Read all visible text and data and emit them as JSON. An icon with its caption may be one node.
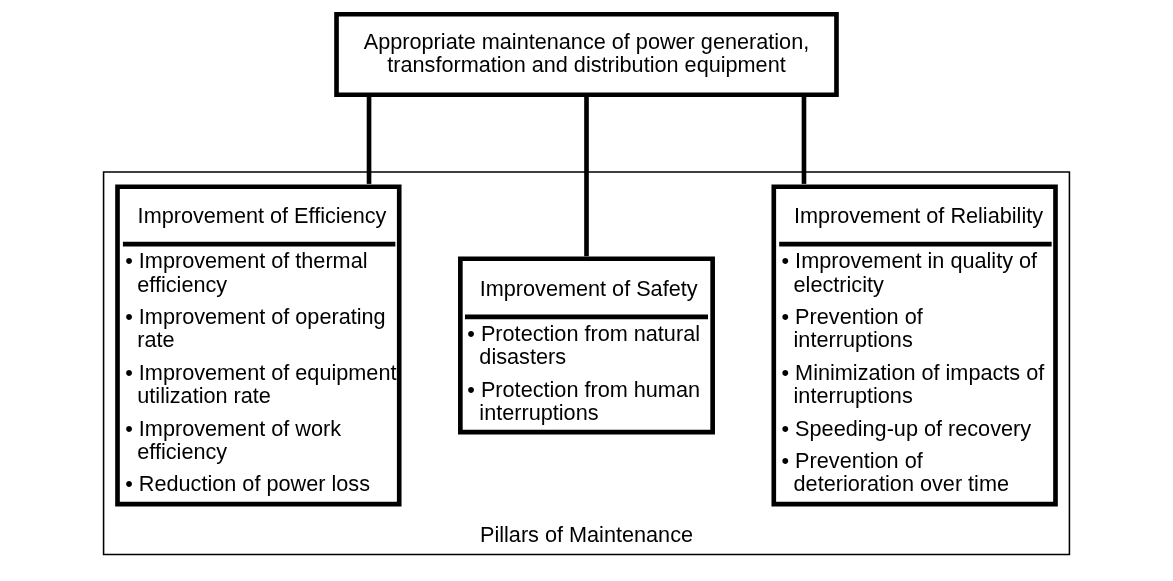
{
  "diagram": {
    "nodes": [
      {
        "text": [
          "Appropriate maintenance of power generation, transformation and distribution equipment"
        ]
      },
      {
        "text": [
          "Pillars of Maintenance"
        ]
      },
      {
        "text": [
          "Improvement of Reliability",
          "• Improvement in quality of electricity",
          "• Prevention of interruptions",
          "• Minimization of impacts of interruptions",
          "• Speeding-up of recovery",
          "• Prevention of deterioration over time"
        ],
        "in": 1
      },
      {
        "text": [
          "Improvement of Safety",
          "• Protection from natural disasters",
          "• Protection from human interruptions"
        ],
        "in": 1
      },
      {
        "text": [
          "Improvement of Efficiency",
          "• Improvement of thermal efficiency",
          "• Improvement of operating rate",
          "• Improvement of equipment utilization rate",
          "• Improvement of work efficiency",
          "• Reduction of power loss"
        ],
        "in": 1
      }
    ],
    "edges": [
      {
        "from": 0,
        "to": 2,
        "arrow": "none"
      },
      {
        "from": 0,
        "to": 3,
        "arrow": "none"
      },
      {
        "from": 0,
        "to": 4,
        "arrow": "none"
      }
    ]
  }
}
